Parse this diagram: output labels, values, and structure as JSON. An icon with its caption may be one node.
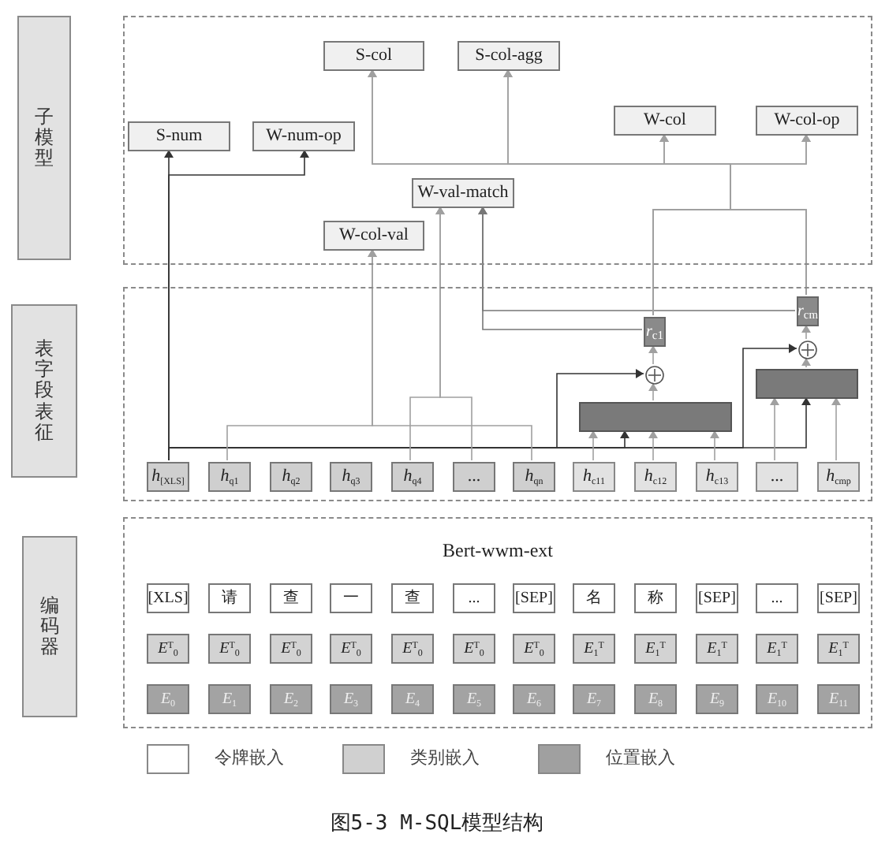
{
  "diagram": {
    "caption": "图5-3 M-SQL模型结构",
    "nodes": [
      {
        "text": [
          "子模型"
        ]
      },
      {
        "text": [],
        "shape": "box"
      },
      {
        "text": [
          "S-col"
        ],
        "in": 1
      },
      {
        "text": [
          "S-col-agg"
        ],
        "in": 1
      },
      {
        "text": [
          "S-num"
        ],
        "in": 1
      },
      {
        "text": [
          "W-num-op"
        ],
        "in": 1
      },
      {
        "text": [
          "W-col"
        ],
        "in": 1
      },
      {
        "text": [
          "W-col-op"
        ],
        "in": 1
      },
      {
        "text": [
          "W-val-match"
        ],
        "in": 1
      },
      {
        "text": [
          "W-col-val"
        ],
        "in": 1
      },
      {
        "text": [
          "表字段表征"
        ]
      },
      {
        "text": [],
        "shape": "box"
      },
      {
        "text": [
          "*r*$_{cm}$"
        ],
        "in": 11
      },
      {
        "text": [
          "*r*$_{c1}$"
        ],
        "in": 11
      },
      {
        "text": [],
        "shape": "circle",
        "in": 11
      },
      {
        "text": [],
        "shape": "bar",
        "in": 11
      },
      {
        "text": [],
        "shape": "circle",
        "in": 11
      },
      {
        "text": [],
        "shape": "bar",
        "in": 11
      },
      {
        "text": [
          "*h*$_{[XLS]}$"
        ],
        "in": 11
      },
      {
        "text": [
          "*h*$_{q1}$"
        ],
        "in": 11
      },
      {
        "text": [
          "*h*$_{q2}$"
        ],
        "in": 11
      },
      {
        "text": [
          "*h*$_{q3}$"
        ],
        "in": 11
      },
      {
        "text": [
          "*h*$_{q4}$"
        ],
        "in": 11
      },
      {
        "text": [
          "..."
        ],
        "in": 11
      },
      {
        "text": [
          "*h*$_{qn}$"
        ],
        "in": 11
      },
      {
        "text": [
          "*h*$_{c11}$"
        ],
        "in": 11
      },
      {
        "text": [
          "*h*$_{c12}$"
        ],
        "in": 11
      },
      {
        "text": [
          "*h*$_{c13}$"
        ],
        "in": 11
      },
      {
        "text": [
          "..."
        ],
        "in": 11
      },
      {
        "text": [
          "*h*$_{cmp}$"
        ],
        "in": 11
      },
      {
        "text": [
          "编码器"
        ]
      },
      {
        "text": [
          "Bert-wwm-ext"
        ]
      },
      {
        "text": [
          "[XLS]"
        ],
        "in": 31
      },
      {
        "text": [
          "请"
        ],
        "in": 31
      },
      {
        "text": [
          "查"
        ],
        "in": 31
      },
      {
        "text": [
          "一"
        ],
        "in": 31
      },
      {
        "text": [
          "查"
        ],
        "in": 31
      },
      {
        "text": [
          "..."
        ],
        "in": 31
      },
      {
        "text": [
          "[SEP]"
        ],
        "in": 31
      },
      {
        "text": [
          "名"
        ],
        "in": 31
      },
      {
        "text": [
          "称"
        ],
        "in": 31
      },
      {
        "text": [
          "[SEP]"
        ],
        "in": 31
      },
      {
        "text": [
          "..."
        ],
        "in": 31
      },
      {
        "text": [
          "[SEP]"
        ],
        "in": 31
      },
      {
        "text": [
          "*E*$^{T}$$_{0}$"
        ],
        "in": 31
      },
      {
        "text": [
          "*E*$^{T}$$_{0}$"
        ],
        "in": 31
      },
      {
        "text": [
          "*E*$^{T}$$_{0}$"
        ],
        "in": 31
      },
      {
        "text": [
          "*E*$^{T}$$_{0}$"
        ],
        "in": 31
      },
      {
        "text": [
          "*E*$^{T}$$_{0}$"
        ],
        "in": 31
      },
      {
        "text": [
          "*E*$^{T}$$_{0}$"
        ],
        "in": 31
      },
      {
        "text": [
          "*E*$^{T}$$_{0}$"
        ],
        "in": 31
      },
      {
        "text": [
          "*E*$_{1}$$^{T}$"
        ],
        "in": 31
      },
      {
        "text": [
          "*E*$_{1}$$^{T}$"
        ],
        "in": 31
      },
      {
        "text": [
          "*E*$_{1}$$^{T}$"
        ],
        "in": 31
      },
      {
        "text": [
          "*E*$_{1}$$^{T}$"
        ],
        "in": 31
      },
      {
        "text": [
          "*E*$_{1}$$^{T}$"
        ],
        "in": 31
      },
      {
        "text": [
          "*E*$_{0}$"
        ],
        "in": 31
      },
      {
        "text": [
          "*E*$_{1}$"
        ],
        "in": 31
      },
      {
        "text": [
          "*E*$_{2}$"
        ],
        "in": 31
      },
      {
        "text": [
          "*E*$_{3}$"
        ],
        "in": 31
      },
      {
        "text": [
          "*E*$_{4}$"
        ],
        "in": 31
      },
      {
        "text": [
          "*E*$_{5}$"
        ],
        "in": 31
      },
      {
        "text": [
          "*E*$_{6}$"
        ],
        "in": 31
      },
      {
        "text": [
          "*E*$_{7}$"
        ],
        "in": 31
      },
      {
        "text": [
          "*E*$_{8}$"
        ],
        "in": 31
      },
      {
        "text": [
          "*E*$_{9}$"
        ],
        "in": 31
      },
      {
        "text": [
          "*E*$_{10}$"
        ],
        "in": 31
      },
      {
        "text": [
          "*E*$_{11}$"
        ],
        "in": 31
      }
    ],
    "edges": [
      {
        "from": 18,
        "to": 4,
        "arrow": "to",
        "color": "#333333"
      },
      {
        "from": 18,
        "to": 5,
        "arrow": "to",
        "color": "#333333"
      },
      {
        "from": 18,
        "to": 17,
        "arrow": "to",
        "color": "#333333"
      },
      {
        "from": 18,
        "to": 16,
        "arrow": "to",
        "color": "#333333"
      },
      {
        "from": 18,
        "to": 14,
        "arrow": "to",
        "color": "#333333"
      },
      {
        "from": 18,
        "to": 15,
        "arrow": "to",
        "color": "#333333"
      },
      {
        "from": 19,
        "to": 9,
        "arrow": "to"
      },
      {
        "from": 24,
        "to": 9,
        "arrow": "to"
      },
      {
        "from": 22,
        "to": 8,
        "arrow": "to"
      },
      {
        "from": 23,
        "to": 8,
        "arrow": "to"
      },
      {
        "from": 13,
        "to": 8,
        "arrow": "to",
        "color": "#777777"
      },
      {
        "from": 12,
        "to": 8,
        "arrow": "to",
        "color": "#777777"
      },
      {
        "from": 13,
        "to": 2,
        "arrow": "to"
      },
      {
        "from": 13,
        "to": 3,
        "arrow": "to"
      },
      {
        "from": 13,
        "to": 6,
        "arrow": "to"
      },
      {
        "from": 13,
        "to": 7,
        "arrow": "to"
      },
      {
        "from": 12,
        "to": 2,
        "arrow": "to"
      },
      {
        "from": 12,
        "to": 3,
        "arrow": "to"
      },
      {
        "from": 12,
        "to": 6,
        "arrow": "to"
      },
      {
        "from": 12,
        "to": 7,
        "arrow": "to"
      },
      {
        "from": 25,
        "to": 17,
        "arrow": "to"
      },
      {
        "from": 26,
        "to": 17,
        "arrow": "to"
      },
      {
        "from": 27,
        "to": 17,
        "arrow": "to"
      },
      {
        "from": 17,
        "to": 16,
        "arrow": "to"
      },
      {
        "from": 16,
        "to": 13,
        "arrow": "to"
      },
      {
        "from": 28,
        "to": 15,
        "arrow": "to"
      },
      {
        "from": 29,
        "to": 15,
        "arrow": "to"
      },
      {
        "from": 15,
        "to": 14,
        "arrow": "to"
      },
      {
        "from": 14,
        "to": 12,
        "arrow": "to"
      }
    ],
    "legend": [
      {
        "text": "令牌嵌入",
        "color": "#ffffff"
      },
      {
        "text": "类别嵌入",
        "color": "#d0d0d0"
      },
      {
        "text": "位置嵌入",
        "color": "#a0a0a0"
      }
    ]
  }
}
